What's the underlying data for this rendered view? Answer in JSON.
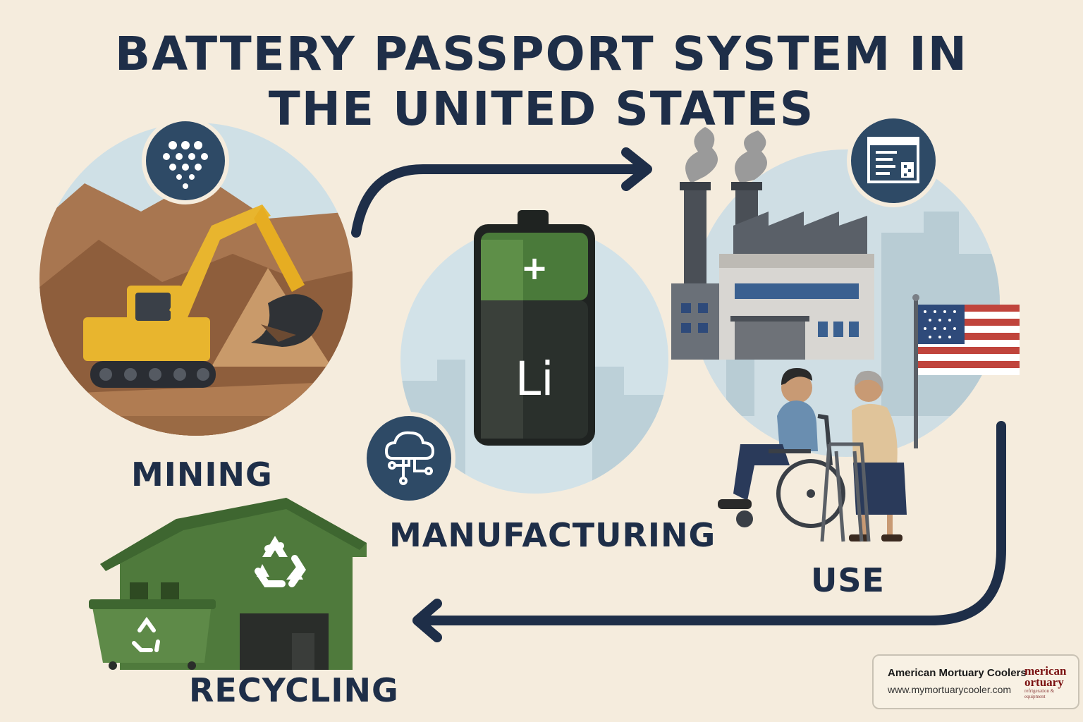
{
  "title": {
    "line1": "BATTERY PASSPORT SYSTEM IN",
    "line2": "THE UNITED STATES"
  },
  "stages": {
    "mining": "MINING",
    "manufacturing": "MANUFACTURING",
    "use": "USE",
    "recycling": "RECYCLING"
  },
  "battery": {
    "plus_symbol": "+",
    "element_symbol": "Li"
  },
  "badge": {
    "name": "American Mortuary Coolers",
    "url": "www.mymortuarycooler.com",
    "logo_line1": "merican",
    "logo_line2": "ortuary",
    "logo_line3": "refrigeration & equipment"
  },
  "colors": {
    "background": "#f5ecdd",
    "navy": "#1e2e48",
    "green": "#4a7a3a",
    "excavator_yellow": "#e8b52e",
    "icon_circle": "#2e4a66"
  },
  "icons": [
    "mineral-dots-icon",
    "document-qr-icon",
    "cloud-network-icon",
    "recycle-icon",
    "flag-icon"
  ]
}
